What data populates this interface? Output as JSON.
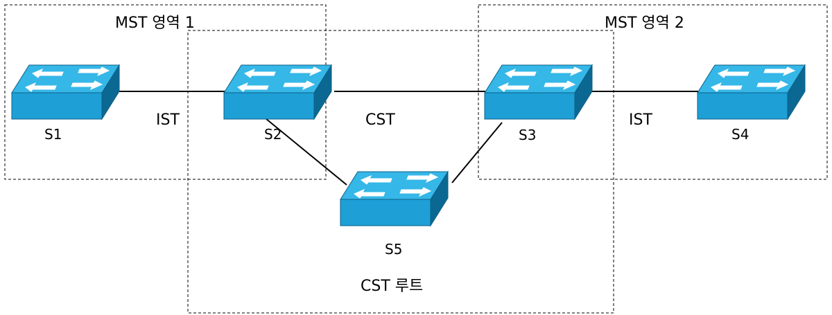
{
  "regions": {
    "mst1": "MST 영역 1",
    "mst2": "MST 영역 2",
    "cst_root": "CST 루트"
  },
  "links": {
    "s1_s2": "IST",
    "s2_s3": "CST",
    "s3_s4": "IST"
  },
  "switches": {
    "s1": "S1",
    "s2": "S2",
    "s3": "S3",
    "s4": "S4",
    "s5": "S5"
  },
  "colors": {
    "switch_top": "#33b6e6",
    "switch_front": "#1b9fd4",
    "switch_side": "#0a6b95",
    "arrow": "#ffffff"
  }
}
